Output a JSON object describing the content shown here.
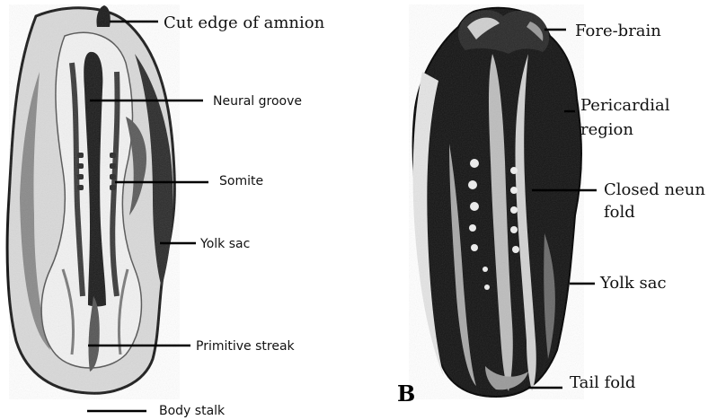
{
  "figure": {
    "panel_b_letter": "B",
    "embryo_a": {
      "labels": {
        "amnion": "Cut edge of amnion",
        "neural_groove": "Neural groove",
        "somite": "Somite",
        "yolk_sac": "Yolk sac",
        "primitive_streak": "Primitive streak",
        "body_stalk": "Body stalk"
      }
    },
    "embryo_b": {
      "labels": {
        "fore_brain": "Fore-brain",
        "pericardial_1": "Pericardial",
        "pericardial_2": "region",
        "closed_neural_1": "Closed neun",
        "closed_neural_2": "fold",
        "yolk_sac": "Yolk sac",
        "tail_fold": "Tail fold"
      }
    }
  }
}
